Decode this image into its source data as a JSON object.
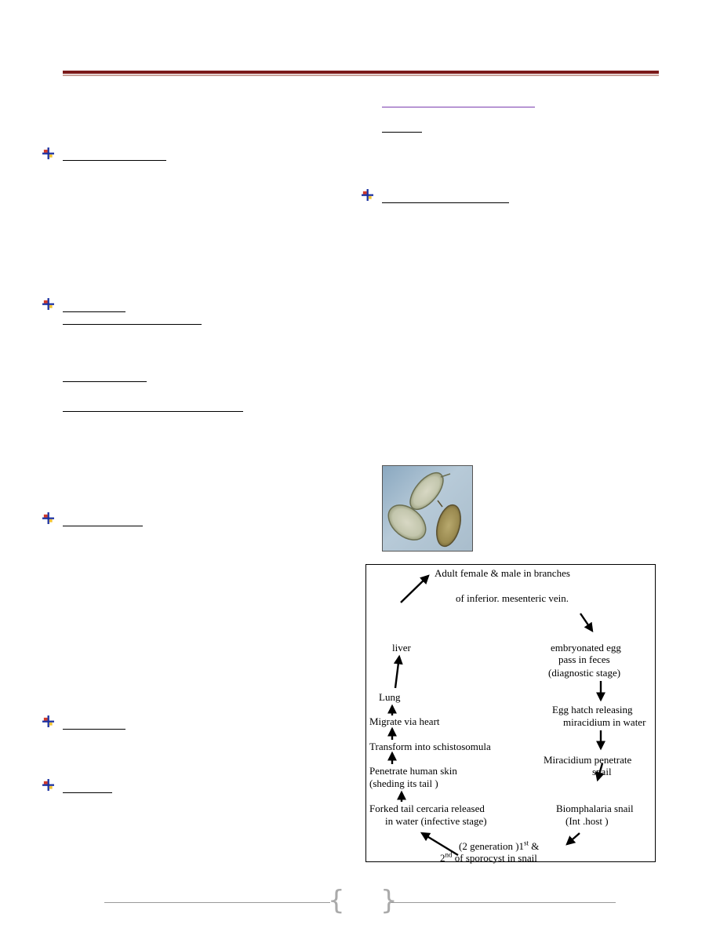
{
  "lifecycle": {
    "n1": "Adult female & male in branches",
    "n2": "of inferior. mesenteric vein.",
    "n3a": "embryonated egg",
    "n3b": "pass in feces",
    "n3c": "(diagnostic stage)",
    "n4a": "Egg hatch releasing",
    "n4b": "miracidium in water",
    "n5a": "Miracidium penetrate",
    "n5b": "snail",
    "n6a": "Biomphalaria snail",
    "n6b": "(Int .host )",
    "n7a_pre": "(2 generation )1",
    "n7a_sup": "st",
    "n7a_post": " &",
    "n7b_pre": "2",
    "n7b_sup": "nd",
    "n7b_post": " of sporocyst in snail",
    "n8a": "Forked tail cercaria released",
    "n8b": "in water (infective stage)",
    "n9a": "Penetrate human skin",
    "n9b": "(sheding its tail )",
    "n10": "Transform into schistosomula",
    "n11": "Migrate via heart",
    "n12": "Lung",
    "n13": "liver"
  },
  "colors": {
    "header_rule": "#7b1a1a",
    "link_underline": "#7a3cb0",
    "bullet_red": "#d23a2a",
    "bullet_blue": "#1a2fa0",
    "bullet_yellow": "#f2c230"
  },
  "icons": {
    "section_bullet": "four-point-star-icon",
    "footer_page_brace": "brace-icon"
  }
}
